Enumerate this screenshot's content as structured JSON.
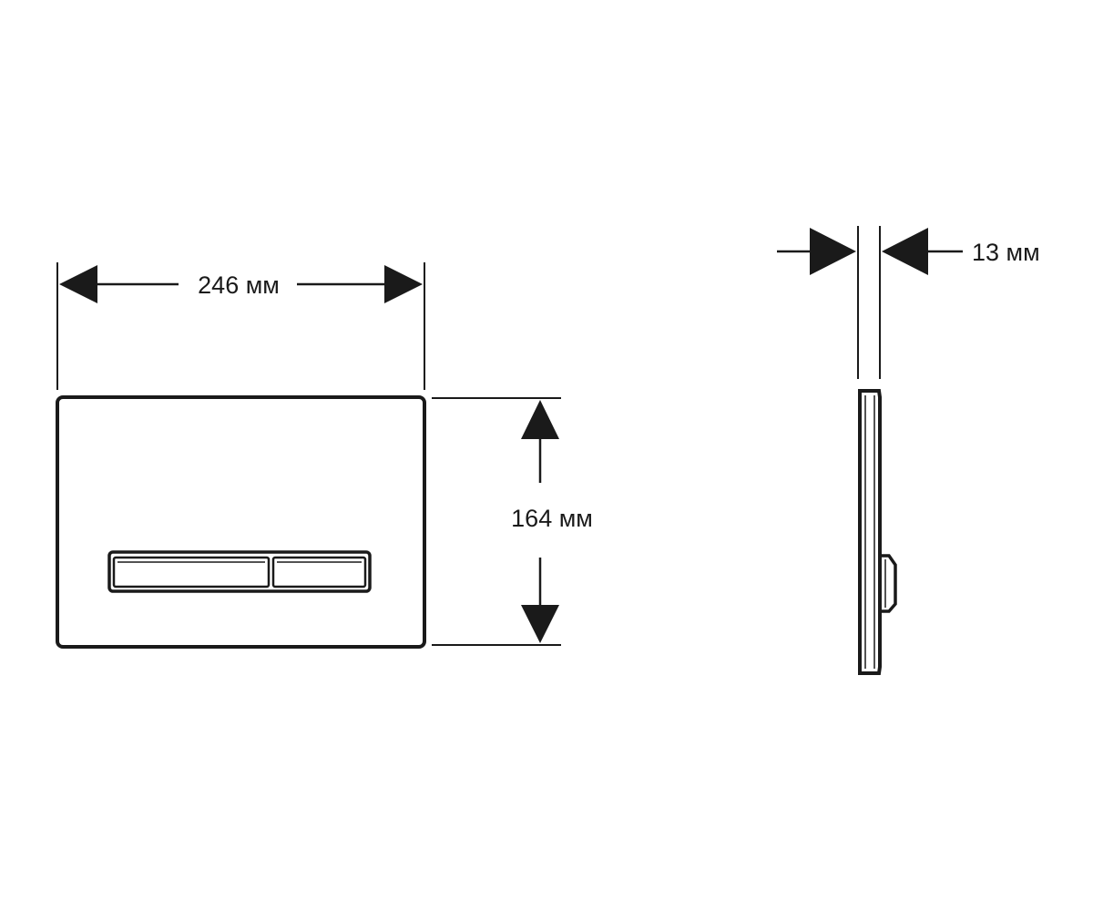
{
  "dimensions": {
    "width_label": "246 мм",
    "height_label": "164 мм",
    "depth_label": "13 мм"
  },
  "colors": {
    "line": "#1a1a1a",
    "background": "#ffffff"
  }
}
